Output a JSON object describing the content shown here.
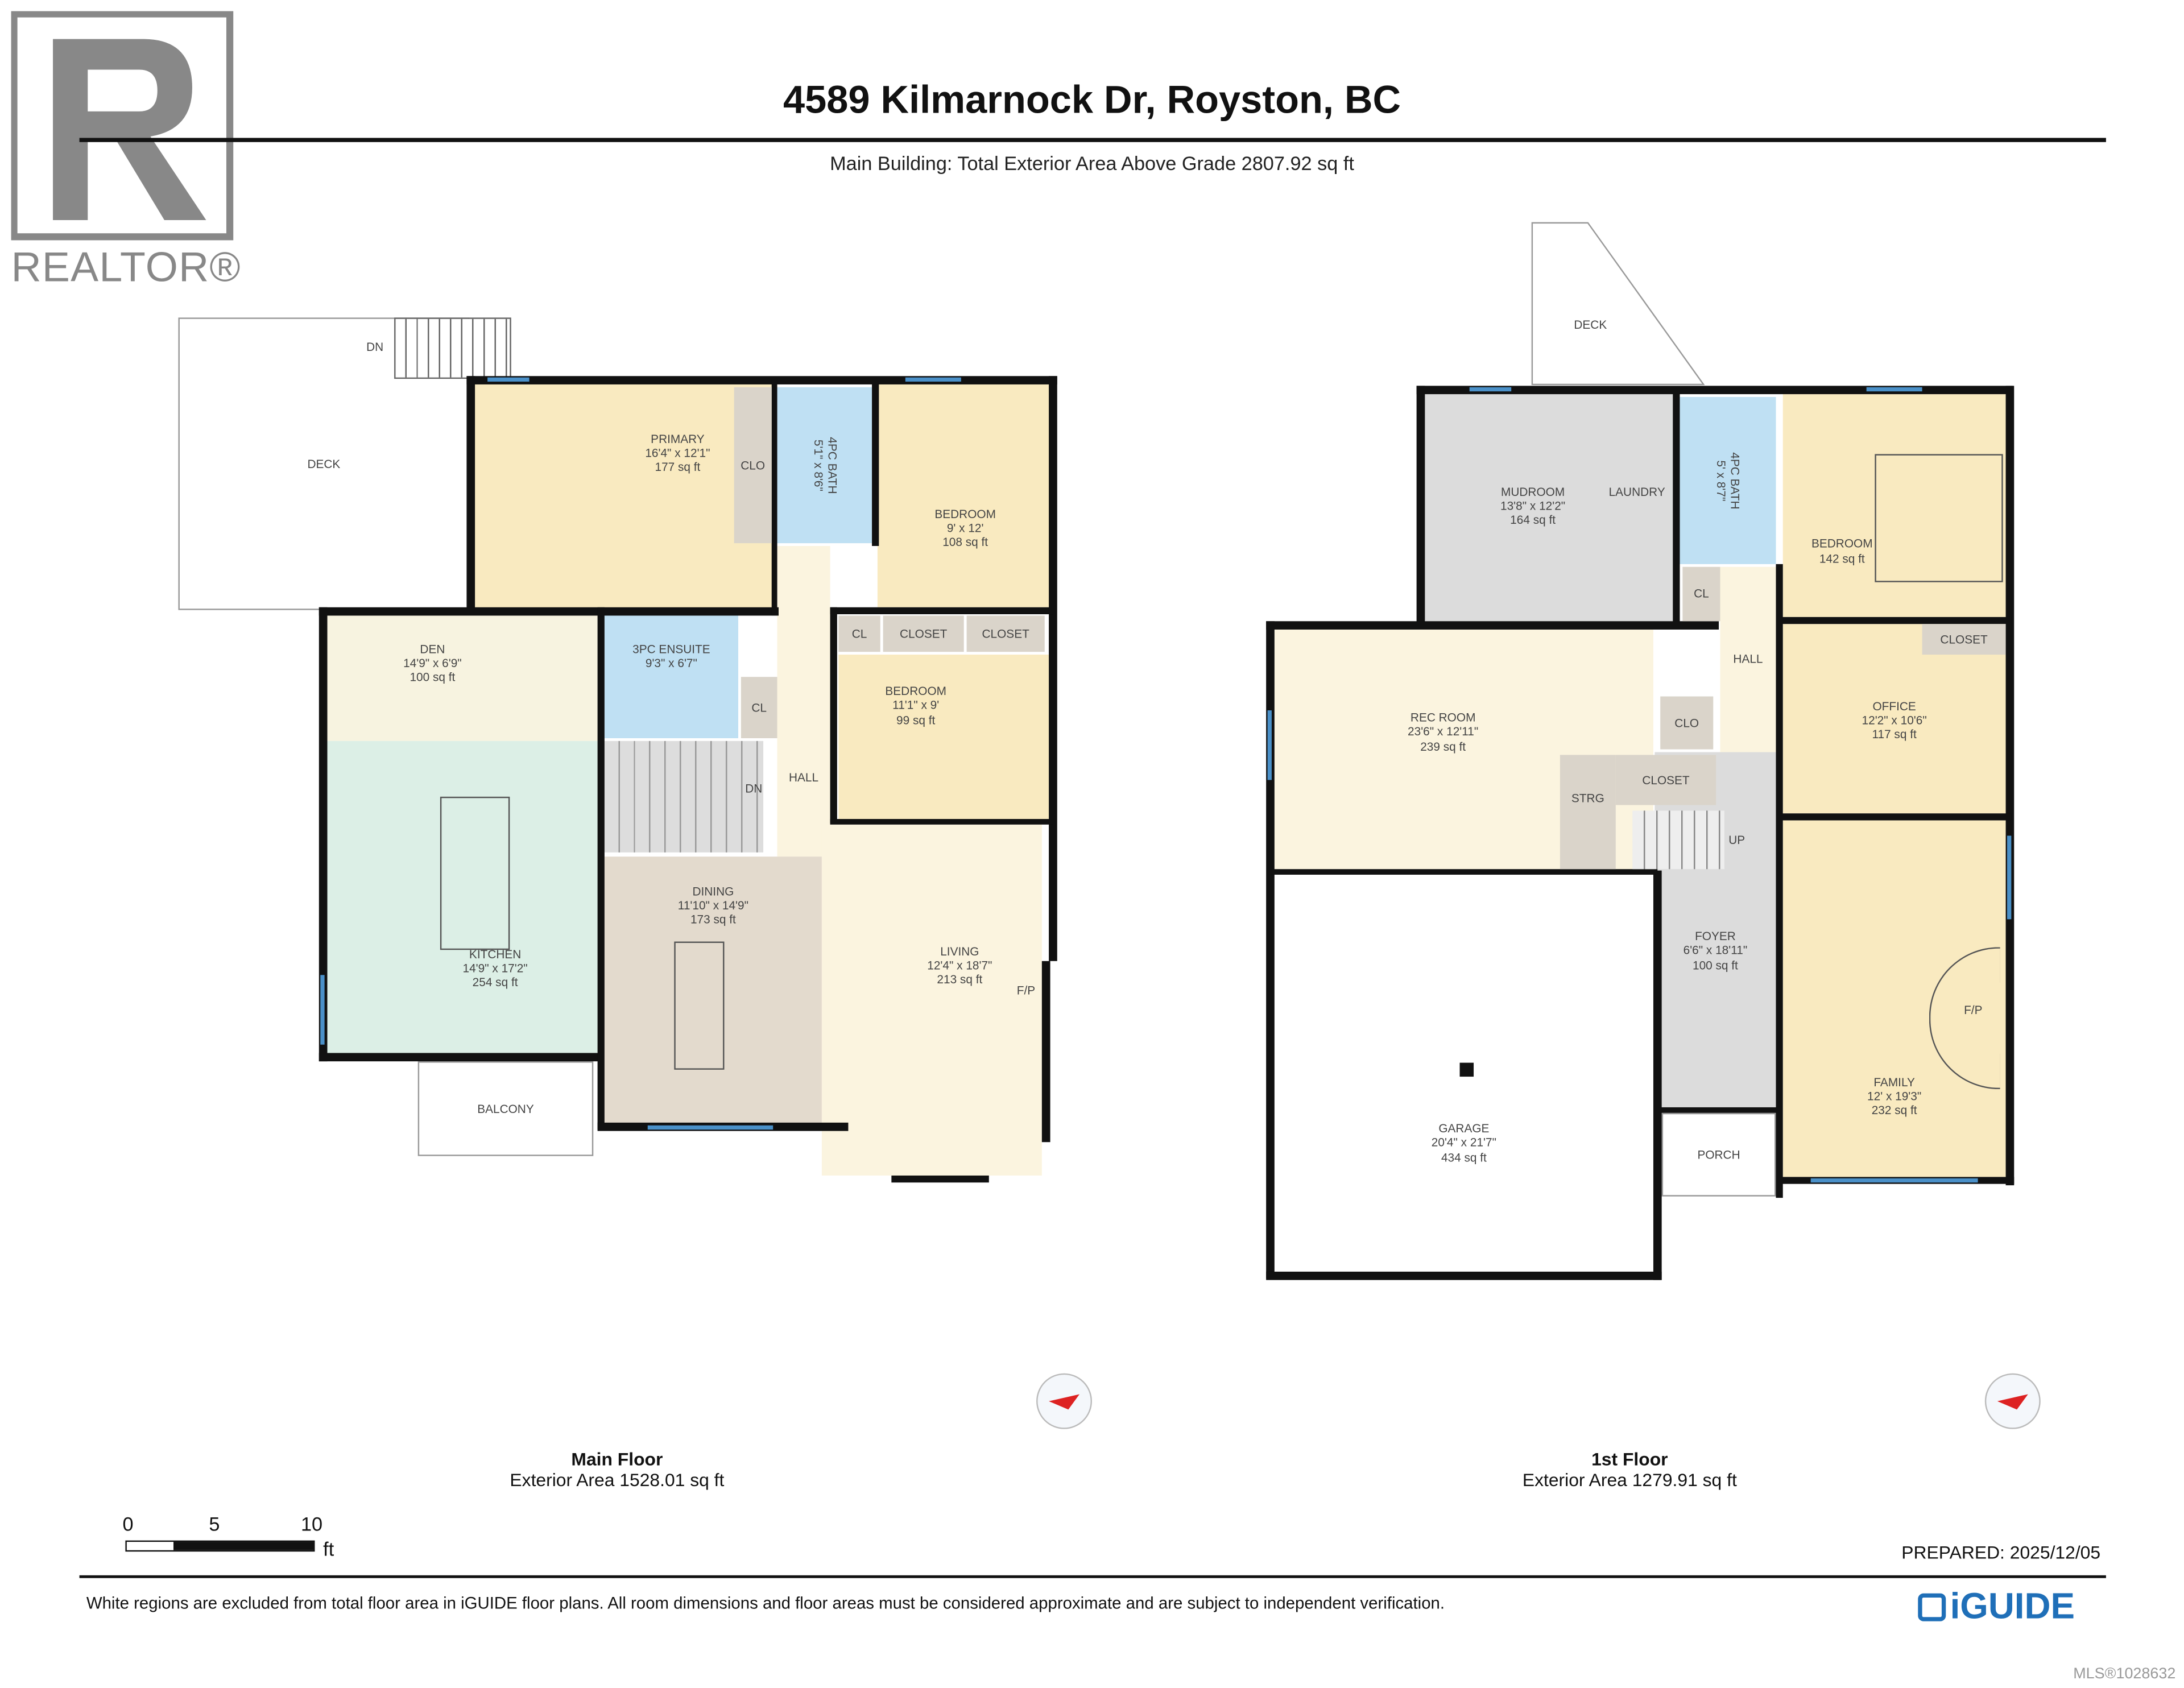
{
  "header": {
    "title": "4589 Kilmarnock Dr, Royston, BC",
    "subtitle": "Main Building: Total Exterior Area Above Grade 2807.92 sq ft"
  },
  "logos": {
    "realtor": "REALTOR®",
    "iguide": "iGUIDE"
  },
  "colors": {
    "bedroom": "#f9eac0",
    "bath": "#bfe0f3",
    "closet": "#dad4ca",
    "hall": "#fbf4df",
    "kitchen": "#dcefe6",
    "dining": "#e3dacd",
    "utility": "#dcdcdc",
    "wall": "#111111",
    "window": "#4a90c8"
  },
  "main_floor": {
    "label": "Main Floor",
    "area": "Exterior Area 1528.01 sq ft",
    "rooms": {
      "deck": {
        "name": "DECK"
      },
      "dn": "DN",
      "dn2": "DN",
      "primary": {
        "name": "PRIMARY",
        "dims": "16'4\" x 12'1\"",
        "area": "177 sq ft"
      },
      "clo": {
        "name": "CLO"
      },
      "bath": {
        "name": "4PC BATH",
        "dims": "5'1\" x 8'6\""
      },
      "bedroom1": {
        "name": "BEDROOM",
        "dims": "9' x 12'",
        "area": "108 sq ft"
      },
      "den": {
        "name": "DEN",
        "dims": "14'9\" x 6'9\"",
        "area": "100 sq ft"
      },
      "ensuite": {
        "name": "3PC ENSUITE",
        "dims": "9'3\" x 6'7\""
      },
      "cl1": {
        "name": "CL"
      },
      "cl2": {
        "name": "CL"
      },
      "closet1": {
        "name": "CLOSET"
      },
      "closet2": {
        "name": "CLOSET"
      },
      "bedroom2": {
        "name": "BEDROOM",
        "dims": "11'1\" x 9'",
        "area": "99 sq ft"
      },
      "hall": {
        "name": "HALL"
      },
      "kitchen": {
        "name": "KITCHEN",
        "dims": "14'9\" x 17'2\"",
        "area": "254 sq ft"
      },
      "dining": {
        "name": "DINING",
        "dims": "11'10\" x 14'9\"",
        "area": "173 sq ft"
      },
      "living": {
        "name": "LIVING",
        "dims": "12'4\" x 18'7\"",
        "area": "213 sq ft"
      },
      "fp": "F/P",
      "balcony": {
        "name": "BALCONY"
      }
    }
  },
  "first_floor": {
    "label": "1st Floor",
    "area": "Exterior Area 1279.91 sq ft",
    "rooms": {
      "deck": {
        "name": "DECK"
      },
      "mudroom": {
        "name": "MUDROOM",
        "dims": "13'8\" x 12'2\"",
        "area": "164 sq ft"
      },
      "laundry": {
        "name": "LAUNDRY"
      },
      "bath": {
        "name": "4PC BATH",
        "dims": "5' x 8'7\""
      },
      "bedroom": {
        "name": "BEDROOM",
        "area": "142 sq ft"
      },
      "cl": {
        "name": "CL"
      },
      "hall": {
        "name": "HALL"
      },
      "closet1": {
        "name": "CLOSET"
      },
      "rec": {
        "name": "REC ROOM",
        "dims": "23'6\" x 12'11\"",
        "area": "239 sq ft"
      },
      "clo": {
        "name": "CLO"
      },
      "closet2": {
        "name": "CLOSET"
      },
      "strg": {
        "name": "STRG"
      },
      "up": "UP",
      "office": {
        "name": "OFFICE",
        "dims": "12'2\" x 10'6\"",
        "area": "117 sq ft"
      },
      "garage": {
        "name": "GARAGE",
        "dims": "20'4\" x 21'7\"",
        "area": "434 sq ft"
      },
      "foyer": {
        "name": "FOYER",
        "dims": "6'6\" x 18'11\"",
        "area": "100 sq ft"
      },
      "porch": {
        "name": "PORCH"
      },
      "family": {
        "name": "FAMILY",
        "dims": "12' x 19'3\"",
        "area": "232 sq ft"
      },
      "fp": "F/P"
    }
  },
  "scale": {
    "ticks": [
      "0",
      "5",
      "10"
    ],
    "unit": "ft"
  },
  "prepared": "PREPARED: 2025/12/05",
  "disclaimer": "White regions are excluded from total floor area in iGUIDE floor plans. All room dimensions and floor areas must be considered approximate and are subject to independent verification.",
  "mls": "MLS®1028632",
  "compass_icon": "north-arrow-compass-icon"
}
